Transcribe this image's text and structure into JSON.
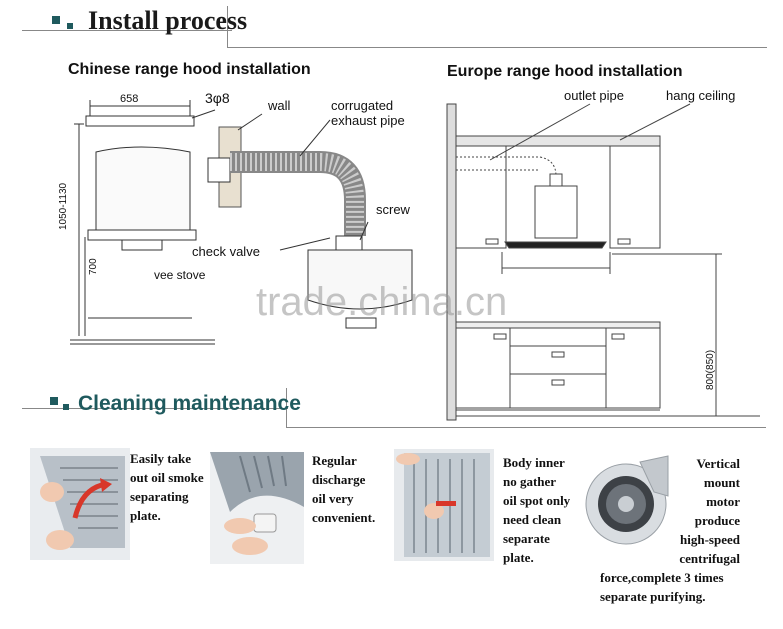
{
  "install": {
    "title": "Install process",
    "chinese": {
      "title": "Chinese range hood installation",
      "dim_width": "658",
      "dim_holes": "3φ8",
      "dim_height_range": "1050-1130",
      "dim_700": "700",
      "wall": "wall",
      "pipe_line1": "corrugated",
      "pipe_line2": "exhaust pipe",
      "screw": "screw",
      "check_valve": "check valve",
      "partial": "vee stove"
    },
    "europe": {
      "title": "Europe range hood installation",
      "outlet_pipe": "outlet pipe",
      "hang_ceiling": "hang ceiling",
      "dim_800": "800(850)"
    }
  },
  "cleaning": {
    "title": "Cleaning maintenance",
    "items": [
      {
        "lines": [
          "Easily take",
          "out oil smoke",
          "separating",
          "plate."
        ]
      },
      {
        "lines": [
          "Regular",
          "discharge",
          "oil very",
          "convenient."
        ]
      },
      {
        "lines": [
          "Body inner",
          "no gather",
          "oil spot only",
          "need clean",
          "separate",
          "plate."
        ]
      },
      {
        "lines": [
          "Vertical",
          "mount",
          "motor",
          "produce",
          "high-speed",
          "centrifugal",
          "force,complete 3 times",
          "separate purifying."
        ]
      }
    ]
  },
  "watermark": "trade.china.cn",
  "colors": {
    "accent": "#1f5a5e",
    "line": "#9aa0a6"
  }
}
